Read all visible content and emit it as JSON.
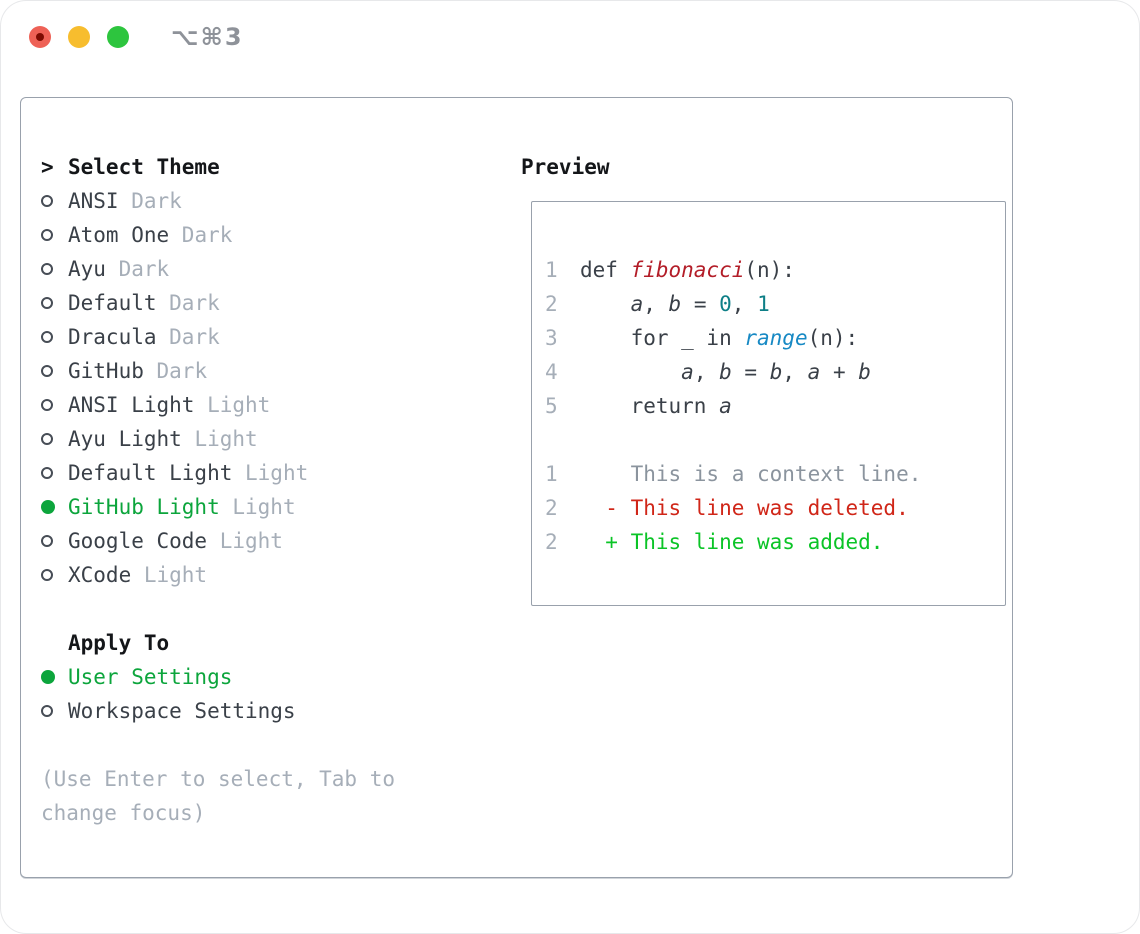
{
  "window": {
    "shortcut_label": "⌥⌘3"
  },
  "theme_panel": {
    "header": {
      "cursor": ">",
      "label": "Select Theme"
    },
    "items": [
      {
        "name": "ANSI",
        "variant": "Dark",
        "selected": false
      },
      {
        "name": "Atom One",
        "variant": "Dark",
        "selected": false
      },
      {
        "name": "Ayu",
        "variant": "Dark",
        "selected": false
      },
      {
        "name": "Default",
        "variant": "Dark",
        "selected": false
      },
      {
        "name": "Dracula",
        "variant": "Dark",
        "selected": false
      },
      {
        "name": "GitHub",
        "variant": "Dark",
        "selected": false
      },
      {
        "name": "ANSI Light",
        "variant": "Light",
        "selected": false
      },
      {
        "name": "Ayu Light",
        "variant": "Light",
        "selected": false
      },
      {
        "name": "Default Light",
        "variant": "Light",
        "selected": false
      },
      {
        "name": "GitHub Light",
        "variant": "Light",
        "selected": true
      },
      {
        "name": "Google Code",
        "variant": "Light",
        "selected": false
      },
      {
        "name": "XCode",
        "variant": "Light",
        "selected": false
      }
    ],
    "apply_to": {
      "label": "Apply To",
      "options": [
        {
          "label": "User Settings",
          "selected": true
        },
        {
          "label": "Workspace Settings",
          "selected": false
        }
      ]
    },
    "hint": "(Use Enter to select, Tab to change focus)"
  },
  "preview": {
    "label": "Preview",
    "code_lines": [
      {
        "num": "1",
        "segments": [
          {
            "text": "def ",
            "style": "plain"
          },
          {
            "text": "fibonacci",
            "style": "function"
          },
          {
            "text": "(n):",
            "style": "plain"
          }
        ]
      },
      {
        "num": "2",
        "segments": [
          {
            "text": "    ",
            "style": "plain"
          },
          {
            "text": "a",
            "style": "variable"
          },
          {
            "text": ", ",
            "style": "plain"
          },
          {
            "text": "b",
            "style": "variable"
          },
          {
            "text": " = ",
            "style": "plain"
          },
          {
            "text": "0",
            "style": "number"
          },
          {
            "text": ", ",
            "style": "plain"
          },
          {
            "text": "1",
            "style": "number"
          }
        ]
      },
      {
        "num": "3",
        "segments": [
          {
            "text": "    for _ in ",
            "style": "plain"
          },
          {
            "text": "range",
            "style": "builtin"
          },
          {
            "text": "(n):",
            "style": "plain"
          }
        ]
      },
      {
        "num": "4",
        "segments": [
          {
            "text": "        ",
            "style": "plain"
          },
          {
            "text": "a",
            "style": "variable"
          },
          {
            "text": ", ",
            "style": "plain"
          },
          {
            "text": "b",
            "style": "variable"
          },
          {
            "text": " = ",
            "style": "plain"
          },
          {
            "text": "b",
            "style": "variable"
          },
          {
            "text": ", ",
            "style": "plain"
          },
          {
            "text": "a",
            "style": "variable"
          },
          {
            "text": " + ",
            "style": "plain"
          },
          {
            "text": "b",
            "style": "variable"
          }
        ]
      },
      {
        "num": "5",
        "segments": [
          {
            "text": "    return ",
            "style": "plain"
          },
          {
            "text": "a",
            "style": "variable"
          }
        ]
      }
    ],
    "diff_lines": [
      {
        "num": "1",
        "text": "    This is a context line.",
        "kind": "context"
      },
      {
        "num": "2",
        "text": "  - This line was deleted.",
        "kind": "deleted"
      },
      {
        "num": "2",
        "text": "  + This line was added.",
        "kind": "added"
      }
    ]
  },
  "colors": {
    "text_dark": "#3a4048",
    "header_black": "#141619",
    "variant_gray": "#a6aeb8",
    "selection_green": "#0ca53c",
    "hint_gray": "#a6aeb8",
    "border_gray": "#99a1ac",
    "gutter_gray": "#a6aeb8",
    "plain": "#3a4048",
    "func_red": "#b31d28",
    "builtin_blue": "#1789c4",
    "number_teal": "#0e7f87",
    "diff_context": "#8b949e",
    "diff_deleted": "#d02618",
    "diff_added": "#0bc427",
    "title_gray": "#8e9299",
    "light_red": "#ee6156",
    "light_red_dot": "#7c0b02",
    "light_yellow": "#f7bd2e",
    "light_green": "#2dc53e"
  }
}
